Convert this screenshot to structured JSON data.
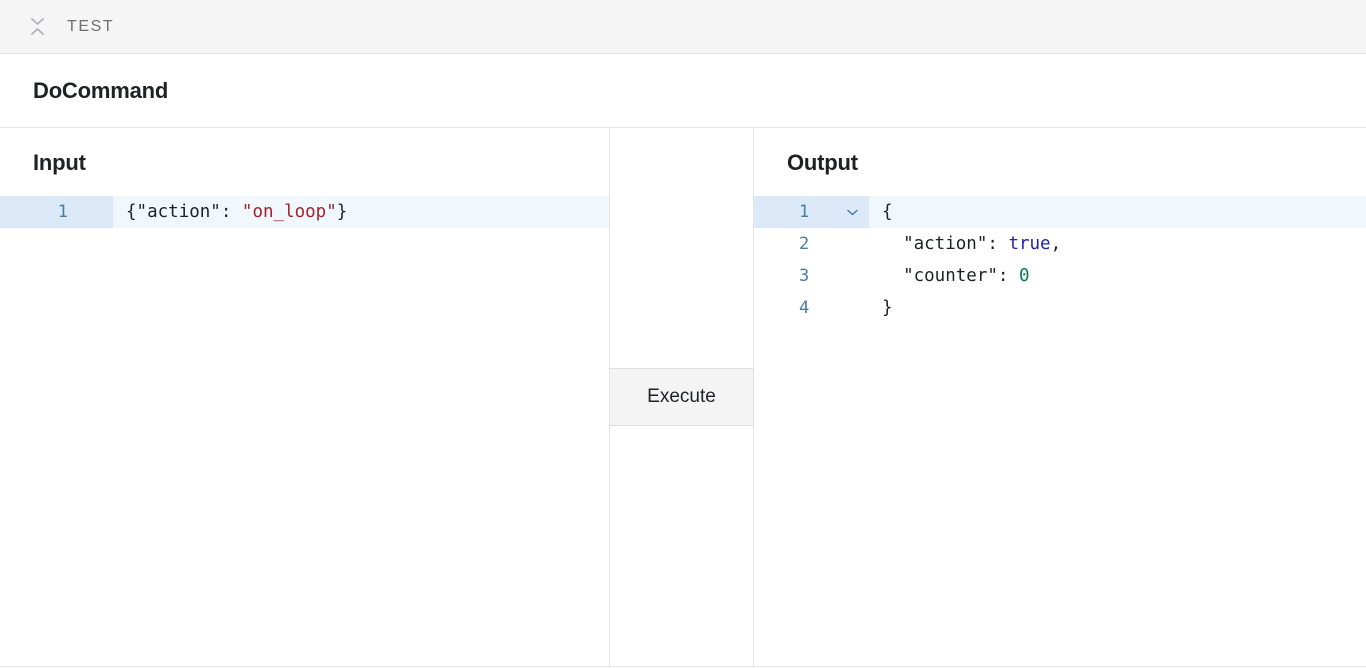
{
  "topbar": {
    "collapse_icon": "collapse-chevrons-icon",
    "title": "TEST"
  },
  "command_header": {
    "title": "DoCommand"
  },
  "input_panel": {
    "heading": "Input",
    "lines": [
      {
        "number": "1",
        "active": true,
        "tokens": [
          {
            "text": "{",
            "type": "punct"
          },
          {
            "text": "\"action\"",
            "type": "key"
          },
          {
            "text": ": ",
            "type": "punct"
          },
          {
            "text": "\"on_loop\"",
            "type": "string"
          },
          {
            "text": "}",
            "type": "punct"
          }
        ],
        "raw": "{\"action\": \"on_loop\"}"
      }
    ]
  },
  "middle_panel": {
    "execute_label": "Execute"
  },
  "output_panel": {
    "heading": "Output",
    "lines": [
      {
        "number": "1",
        "active": true,
        "foldable": true,
        "fold_icon": "chevron-down-icon",
        "tokens": [
          {
            "text": "{",
            "type": "punct"
          }
        ],
        "raw": "{"
      },
      {
        "number": "2",
        "active": false,
        "foldable": false,
        "tokens": [
          {
            "text": "  ",
            "type": "punct"
          },
          {
            "text": "\"action\"",
            "type": "key"
          },
          {
            "text": ": ",
            "type": "punct"
          },
          {
            "text": "true",
            "type": "bool"
          },
          {
            "text": ",",
            "type": "punct"
          }
        ],
        "raw": "  \"action\": true,"
      },
      {
        "number": "3",
        "active": false,
        "foldable": false,
        "tokens": [
          {
            "text": "  ",
            "type": "punct"
          },
          {
            "text": "\"counter\"",
            "type": "key"
          },
          {
            "text": ": ",
            "type": "punct"
          },
          {
            "text": "0",
            "type": "num"
          }
        ],
        "raw": "  \"counter\": 0"
      },
      {
        "number": "4",
        "active": false,
        "foldable": false,
        "tokens": [
          {
            "text": "}",
            "type": "punct"
          }
        ],
        "raw": "}"
      }
    ]
  },
  "colors": {
    "topbar_background": "#f5f5f5",
    "topbar_text": "#6f6f6f",
    "title_text": "#1f2124",
    "active_line_background": "#f0f7fd",
    "active_gutter_background": "#dbe9f8",
    "line_number": "#4b7ca3",
    "string_token": "#a3222a",
    "boolean_token": "#2222aa",
    "number_token": "#0b7a5a",
    "divider": "#e3e3e3",
    "execute_button_background": "#f4f4f4"
  }
}
